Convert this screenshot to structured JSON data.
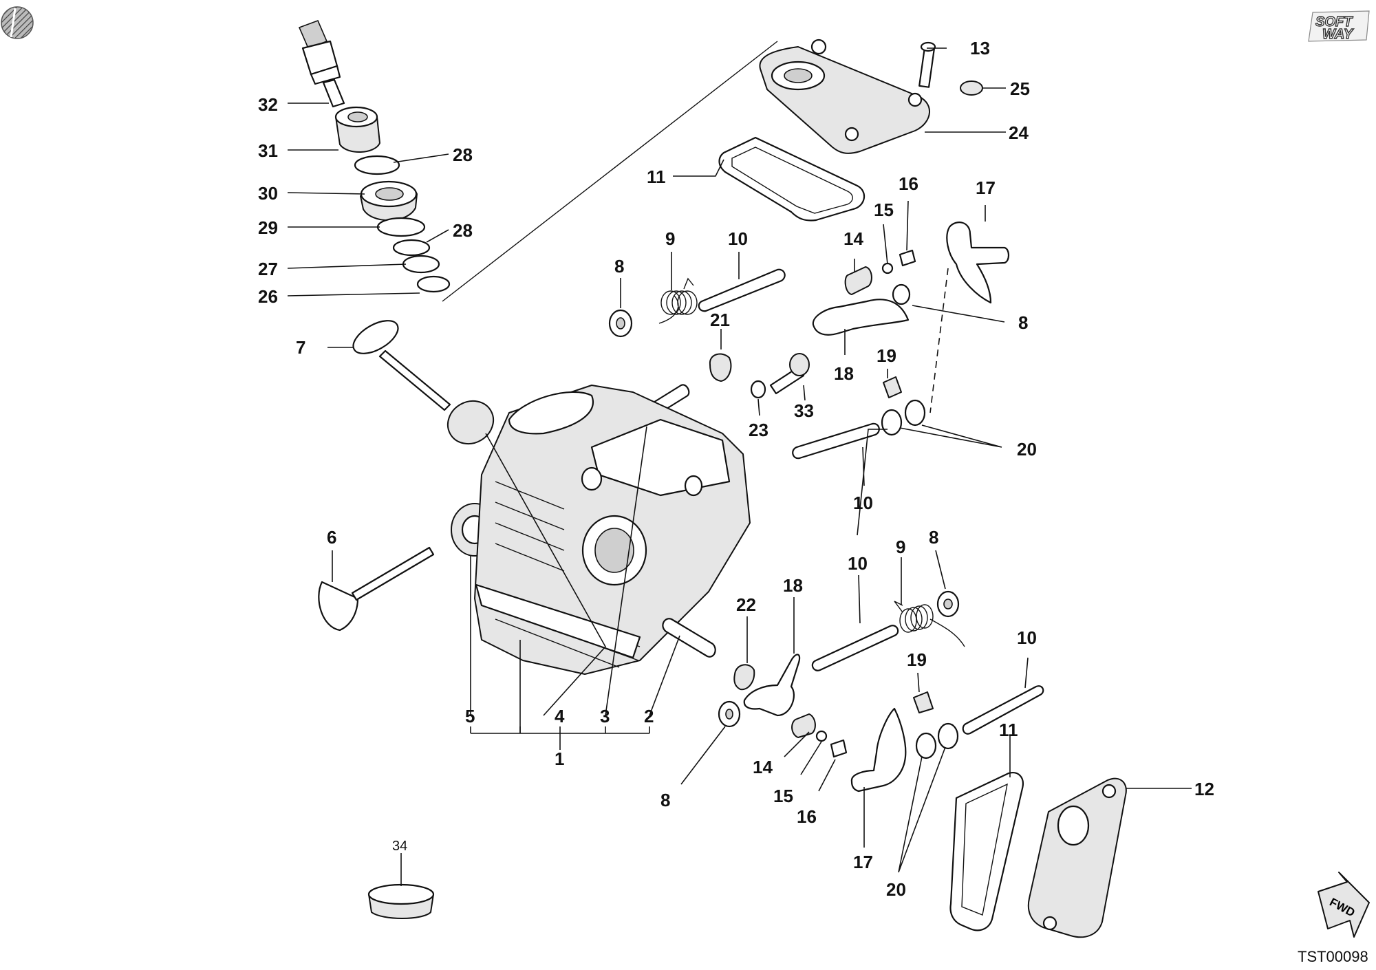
{
  "diagram": {
    "callouts": [
      {
        "id": "l13",
        "text": "13"
      },
      {
        "id": "l25",
        "text": "25"
      },
      {
        "id": "l24",
        "text": "24"
      },
      {
        "id": "l32",
        "text": "32"
      },
      {
        "id": "l31",
        "text": "31"
      },
      {
        "id": "l28a",
        "text": "28"
      },
      {
        "id": "l30",
        "text": "30"
      },
      {
        "id": "l29",
        "text": "29"
      },
      {
        "id": "l28b",
        "text": "28"
      },
      {
        "id": "l27",
        "text": "27"
      },
      {
        "id": "l26",
        "text": "26"
      },
      {
        "id": "l11a",
        "text": "11"
      },
      {
        "id": "l16a",
        "text": "16"
      },
      {
        "id": "l15a",
        "text": "15"
      },
      {
        "id": "l17a",
        "text": "17"
      },
      {
        "id": "l14a",
        "text": "14"
      },
      {
        "id": "l9a",
        "text": "9"
      },
      {
        "id": "l10a",
        "text": "10"
      },
      {
        "id": "l8a",
        "text": "8"
      },
      {
        "id": "l8b",
        "text": "8"
      },
      {
        "id": "l21",
        "text": "21"
      },
      {
        "id": "l18a",
        "text": "18"
      },
      {
        "id": "l19a",
        "text": "19"
      },
      {
        "id": "l7",
        "text": "7"
      },
      {
        "id": "l33",
        "text": "33"
      },
      {
        "id": "l23",
        "text": "23"
      },
      {
        "id": "l20a",
        "text": "20"
      },
      {
        "id": "l10b",
        "text": "10"
      },
      {
        "id": "l6",
        "text": "6"
      },
      {
        "id": "l8c",
        "text": "8"
      },
      {
        "id": "l10c",
        "text": "10"
      },
      {
        "id": "l9b",
        "text": "9"
      },
      {
        "id": "l18b",
        "text": "18"
      },
      {
        "id": "l22",
        "text": "22"
      },
      {
        "id": "l10d",
        "text": "10"
      },
      {
        "id": "l19b",
        "text": "19"
      },
      {
        "id": "l5",
        "text": "5"
      },
      {
        "id": "l4",
        "text": "4"
      },
      {
        "id": "l3",
        "text": "3"
      },
      {
        "id": "l2",
        "text": "2"
      },
      {
        "id": "l1",
        "text": "1"
      },
      {
        "id": "l11b",
        "text": "11"
      },
      {
        "id": "l12",
        "text": "12"
      },
      {
        "id": "l14b",
        "text": "14"
      },
      {
        "id": "l15b",
        "text": "15"
      },
      {
        "id": "l16b",
        "text": "16"
      },
      {
        "id": "l8d",
        "text": "8"
      },
      {
        "id": "l17b",
        "text": "17"
      },
      {
        "id": "l20b",
        "text": "20"
      }
    ],
    "small_label": "34",
    "drawing_code": "TST00098",
    "logo": {
      "line1": "SOFT",
      "line2": "WAY"
    },
    "direction_badge": "FWD",
    "corner_icon": "hatched-circle-icon"
  }
}
